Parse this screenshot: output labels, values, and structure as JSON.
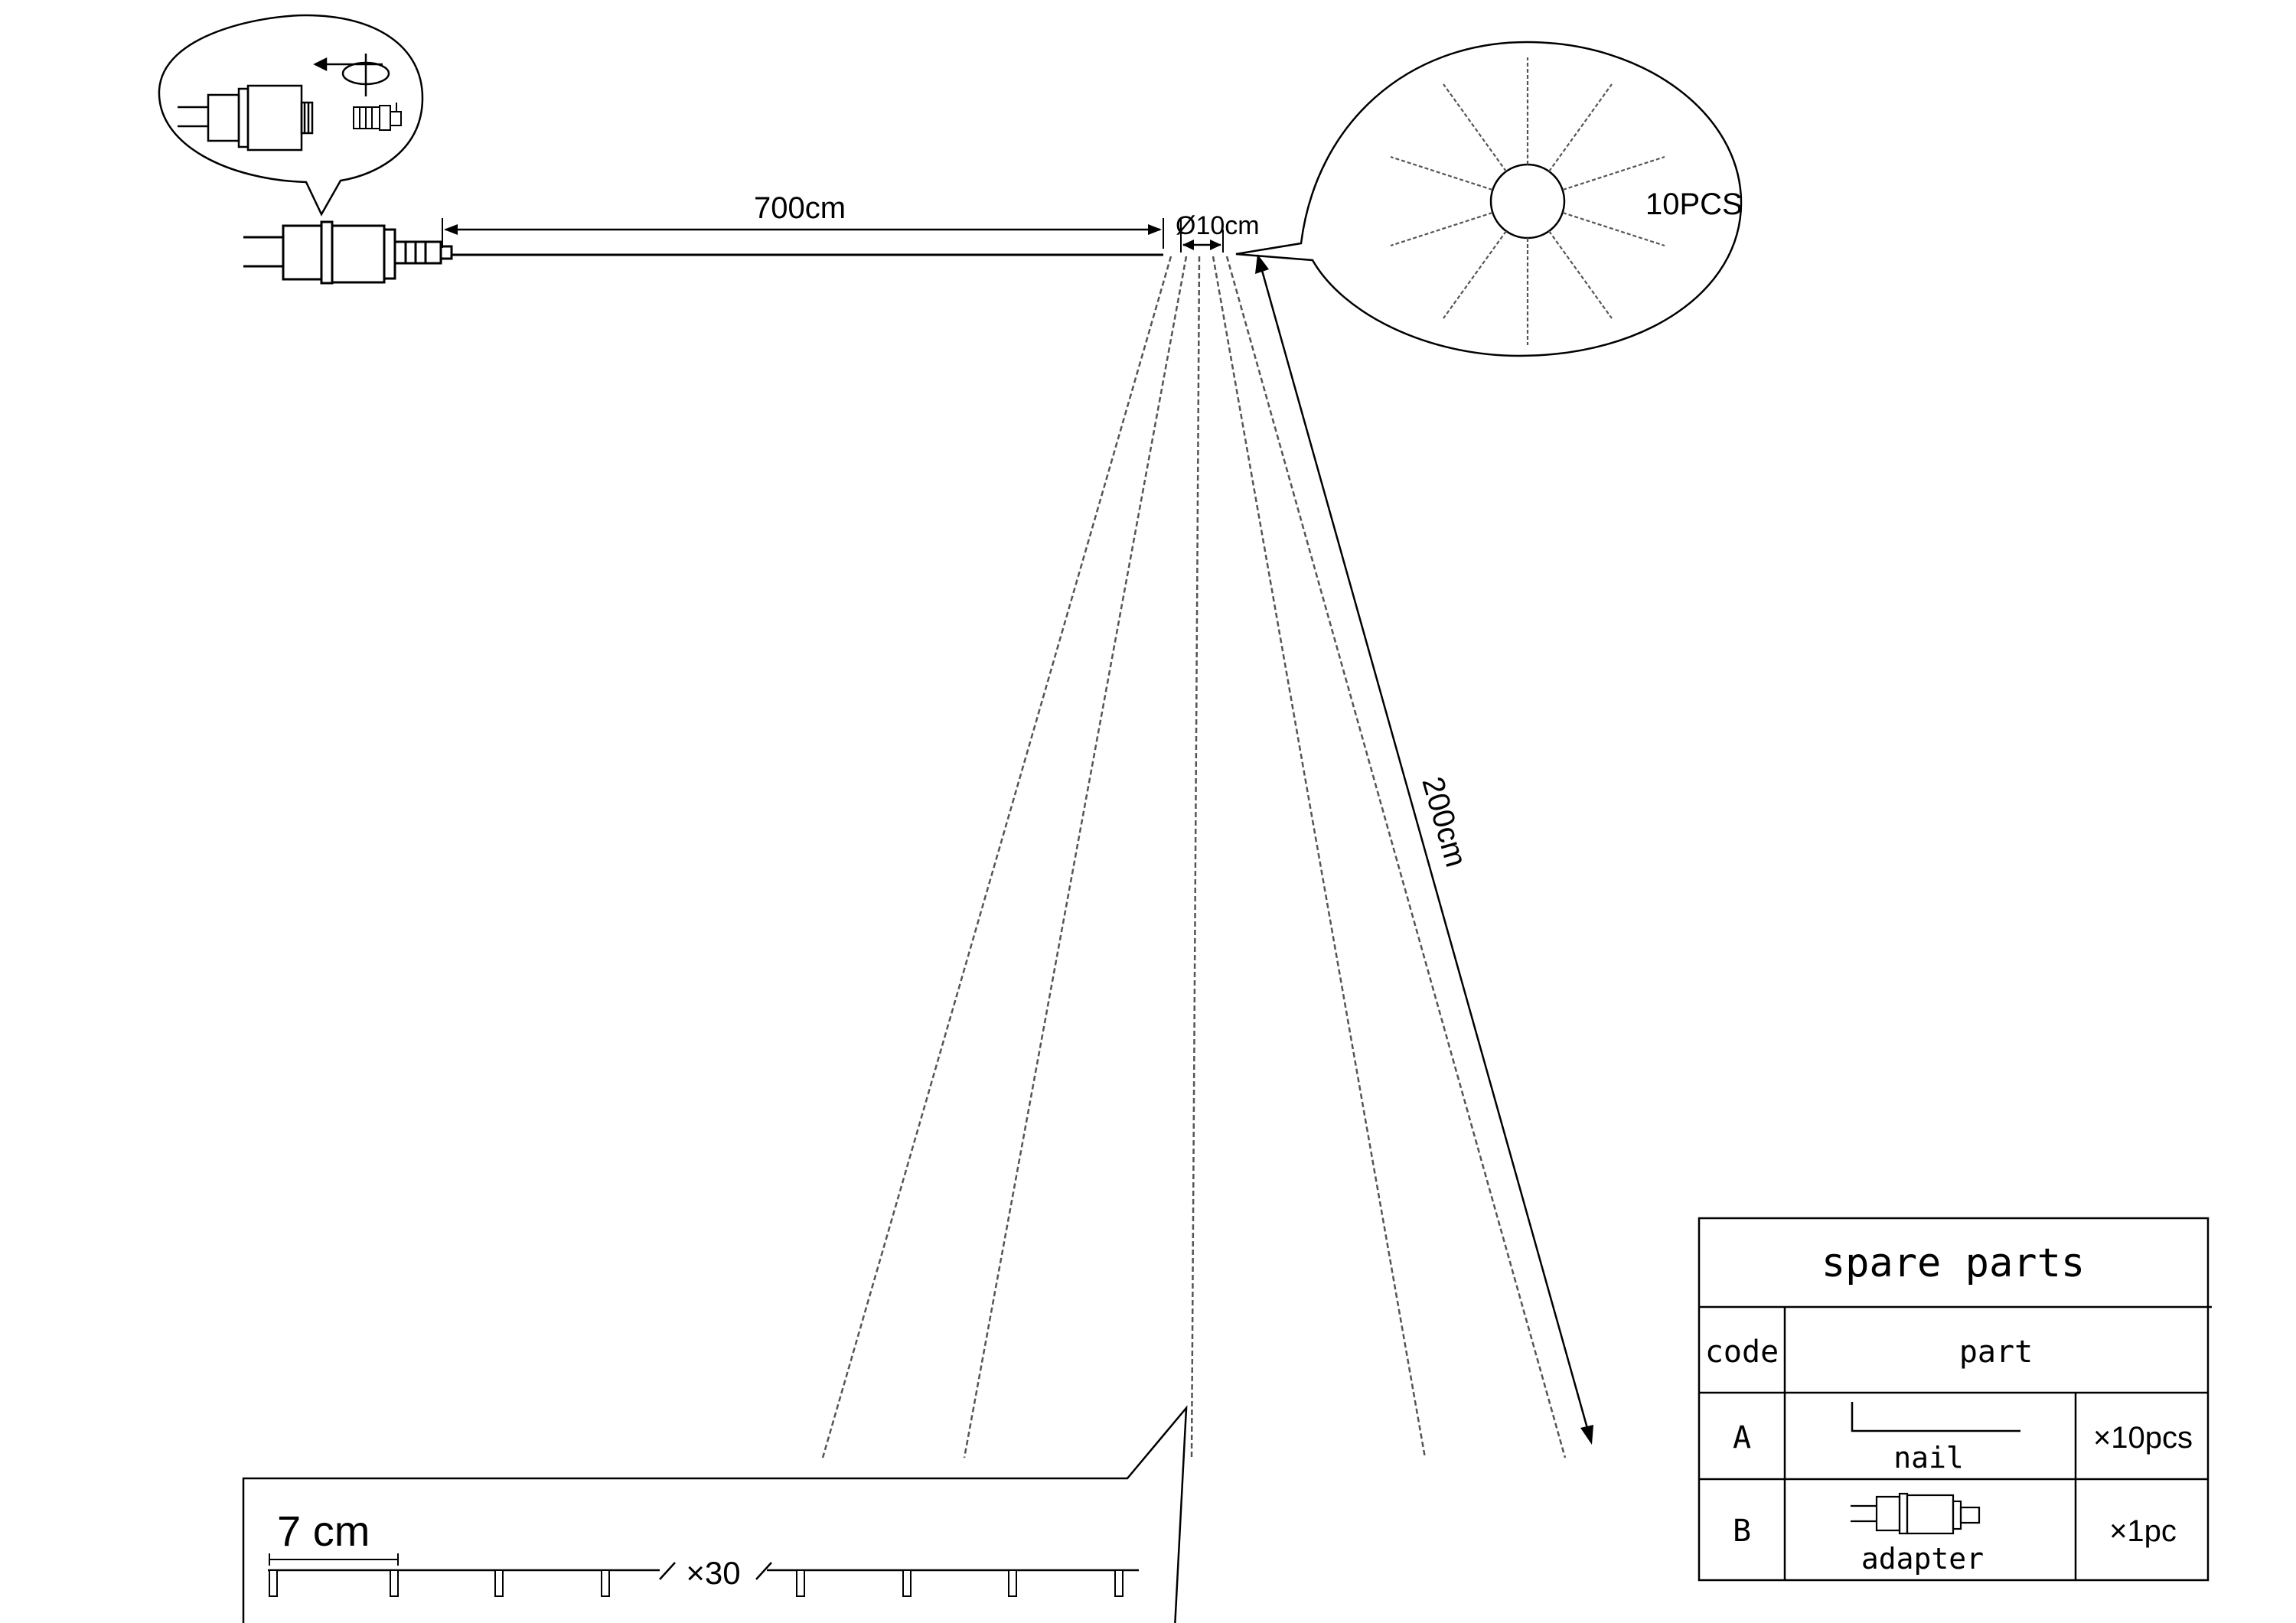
{
  "dimensions": {
    "cable_length": "700cm",
    "diameter": "Ø10cm",
    "strand_length": "200cm",
    "strand_count": "10PCS"
  },
  "led_detail": {
    "spacing": "7 cm",
    "repeat": "×30"
  },
  "spare_parts": {
    "title": "spare parts",
    "headers": {
      "code": "code",
      "part": "part"
    },
    "rows": [
      {
        "code": "A",
        "part": "nail",
        "qty": "×10pcs"
      },
      {
        "code": "B",
        "part": "adapter",
        "qty": "×1pc"
      }
    ]
  }
}
